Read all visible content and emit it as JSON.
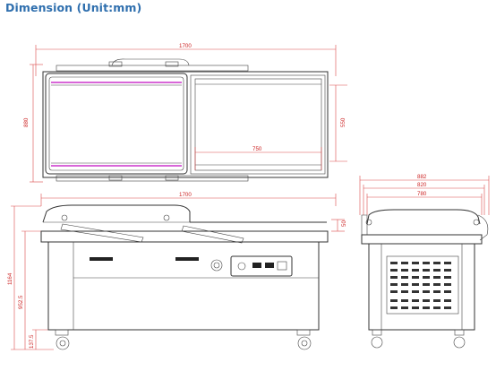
{
  "title": "Dimension (Unit:mm)",
  "dimensions": {
    "top_width": "1700",
    "top_depth": "880",
    "top_chamber_depth": "550",
    "top_inner_width": "750",
    "front_width": "1700",
    "front_lid_offset": "50",
    "front_total_height": "1164",
    "front_table_height": "952.5",
    "front_caster_height": "137.5",
    "side_width_outer": "882",
    "side_width_mid": "820",
    "side_width_inner": "780"
  },
  "colors": {
    "title": "#2f6fae",
    "dimension": "#cc2222",
    "seal_bar": "#cc33cc",
    "outline": "#333333"
  }
}
